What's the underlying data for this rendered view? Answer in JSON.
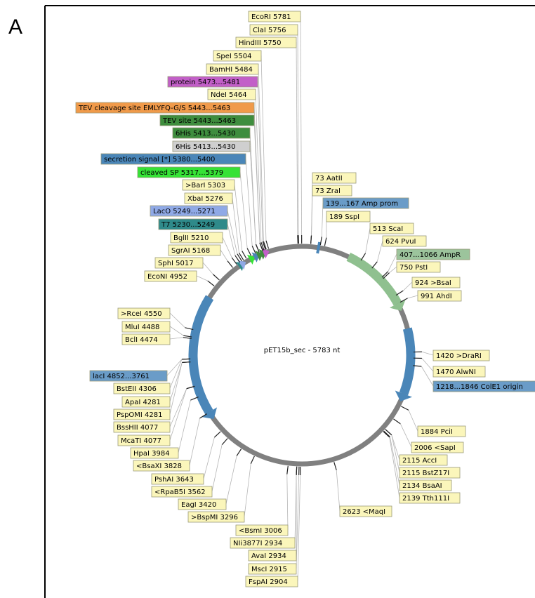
{
  "panel_label": "A",
  "plasmid": {
    "title": "pET15b_sec - 5783 nt",
    "length_nt": 5783
  },
  "colors": {
    "backbone": "#808080",
    "label_default": "#fbf6bb",
    "amp": "#8fc08f",
    "blue_feature": "#4a86b8",
    "orange": "#f09a4a",
    "purple": "#c25fc8",
    "dark_green": "#3e8d3e",
    "bright_green": "#36e236",
    "teal": "#2f8a8a",
    "periwinkle": "#8fa9e6",
    "gray_label": "#cfcfcf",
    "steel": "#6a9cc8"
  },
  "features": [
    {
      "name": "lacI",
      "start": 4852,
      "end": 3761,
      "color": "#4a86b8"
    },
    {
      "name": "AmpR",
      "start": 407,
      "end": 1066,
      "color": "#8fc08f"
    },
    {
      "name": "ColE1 origin",
      "start": 1218,
      "end": 1846,
      "color": "#4a86b8"
    },
    {
      "name": "Amp prom",
      "start": 139,
      "end": 167,
      "color": "#4a86b8"
    }
  ],
  "labels_left": [
    {
      "text": "EcoRI  5781",
      "pos": 5781,
      "bg": "#fbf6bb",
      "fg": "#000000"
    },
    {
      "text": "ClaI  5756",
      "pos": 5756,
      "bg": "#fbf6bb",
      "fg": "#000000"
    },
    {
      "text": "HindIII  5750",
      "pos": 5750,
      "bg": "#fbf6bb",
      "fg": "#000000"
    },
    {
      "text": "SpeI  5504",
      "pos": 5504,
      "bg": "#fbf6bb",
      "fg": "#000000"
    },
    {
      "text": "BamHI  5484",
      "pos": 5484,
      "bg": "#fbf6bb",
      "fg": "#000000"
    },
    {
      "text": "protein  5473...5481",
      "pos": 5477,
      "bg": "#c25fc8",
      "fg": "#000000"
    },
    {
      "text": "NdeI  5464",
      "pos": 5464,
      "bg": "#fbf6bb",
      "fg": "#000000"
    },
    {
      "text": "TEV cleavage site EMLYFQ-G/S  5443...5463",
      "pos": 5453,
      "bg": "#f09a4a",
      "fg": "#000000"
    },
    {
      "text": "TEV site  5443...5463",
      "pos": 5453,
      "bg": "#3e8d3e",
      "fg": "#000000"
    },
    {
      "text": "6His  5413...5430",
      "pos": 5421,
      "bg": "#3e8d3e",
      "fg": "#000000"
    },
    {
      "text": "6His  5413...5430",
      "pos": 5421,
      "bg": "#cfcfcf",
      "fg": "#000000"
    },
    {
      "text": "secretion signal [*]  5380...5400",
      "pos": 5390,
      "bg": "#4a86b8",
      "fg": "#000000"
    },
    {
      "text": "cleaved SP  5317...5379",
      "pos": 5348,
      "bg": "#36e236",
      "fg": "#000000"
    },
    {
      "text": ">BarI  5303",
      "pos": 5303,
      "bg": "#fbf6bb",
      "fg": "#000000"
    },
    {
      "text": "XbaI  5276",
      "pos": 5276,
      "bg": "#fbf6bb",
      "fg": "#000000"
    },
    {
      "text": "LacO  5249...5271",
      "pos": 5260,
      "bg": "#8fa9e6",
      "fg": "#000000"
    },
    {
      "text": "T7  5230...5249",
      "pos": 5240,
      "bg": "#2f8a8a",
      "fg": "#000000"
    },
    {
      "text": "BglII  5210",
      "pos": 5210,
      "bg": "#fbf6bb",
      "fg": "#000000"
    },
    {
      "text": "SgrAI  5168",
      "pos": 5168,
      "bg": "#fbf6bb",
      "fg": "#000000"
    },
    {
      "text": "SphI  5017",
      "pos": 5017,
      "bg": "#fbf6bb",
      "fg": "#000000"
    },
    {
      "text": "EcoNI  4952",
      "pos": 4952,
      "bg": "#fbf6bb",
      "fg": "#000000"
    },
    {
      "text": ">RceI  4550",
      "pos": 4550,
      "bg": "#fbf6bb",
      "fg": "#000000"
    },
    {
      "text": "MluI  4488",
      "pos": 4488,
      "bg": "#fbf6bb",
      "fg": "#000000"
    },
    {
      "text": "BclI  4474",
      "pos": 4474,
      "bg": "#fbf6bb",
      "fg": "#000000"
    },
    {
      "text": "lacI  4852...3761",
      "pos": 4306,
      "bg": "#6a9cc8",
      "fg": "#000000"
    },
    {
      "text": "BstEII  4306",
      "pos": 4306,
      "bg": "#fbf6bb",
      "fg": "#000000"
    },
    {
      "text": "ApaI  4281",
      "pos": 4281,
      "bg": "#fbf6bb",
      "fg": "#000000"
    },
    {
      "text": "PspOMI  4281",
      "pos": 4281,
      "bg": "#fbf6bb",
      "fg": "#000000"
    },
    {
      "text": "BssHII  4077",
      "pos": 4077,
      "bg": "#fbf6bb",
      "fg": "#000000"
    },
    {
      "text": "McaTI  4077",
      "pos": 4077,
      "bg": "#fbf6bb",
      "fg": "#000000"
    },
    {
      "text": "HpaI  3984",
      "pos": 3984,
      "bg": "#fbf6bb",
      "fg": "#000000"
    },
    {
      "text": "<BsaXI  3828",
      "pos": 3828,
      "bg": "#fbf6bb",
      "fg": "#000000"
    },
    {
      "text": "PshAI  3643",
      "pos": 3643,
      "bg": "#fbf6bb",
      "fg": "#000000"
    },
    {
      "text": "<RpaB5I  3562",
      "pos": 3562,
      "bg": "#fbf6bb",
      "fg": "#000000"
    },
    {
      "text": "EagI  3420",
      "pos": 3420,
      "bg": "#fbf6bb",
      "fg": "#000000"
    },
    {
      "text": ">BspMI  3296",
      "pos": 3296,
      "bg": "#fbf6bb",
      "fg": "#000000"
    },
    {
      "text": "<BsmI  3006",
      "pos": 3006,
      "bg": "#fbf6bb",
      "fg": "#000000"
    },
    {
      "text": "NIi3877I  2934",
      "pos": 2934,
      "bg": "#fbf6bb",
      "fg": "#000000"
    },
    {
      "text": "AvaI  2934",
      "pos": 2934,
      "bg": "#fbf6bb",
      "fg": "#000000"
    },
    {
      "text": "MscI  2915",
      "pos": 2915,
      "bg": "#fbf6bb",
      "fg": "#000000"
    },
    {
      "text": "FspAI  2904",
      "pos": 2904,
      "bg": "#fbf6bb",
      "fg": "#000000"
    }
  ],
  "labels_right": [
    {
      "text": "73  AatII",
      "pos": 73,
      "bg": "#fbf6bb",
      "fg": "#000000"
    },
    {
      "text": "73  ZraI",
      "pos": 73,
      "bg": "#fbf6bb",
      "fg": "#000000"
    },
    {
      "text": "139...167  Amp prom",
      "pos": 153,
      "bg": "#6a9cc8",
      "fg": "#000000"
    },
    {
      "text": "189  SspI",
      "pos": 189,
      "bg": "#fbf6bb",
      "fg": "#000000"
    },
    {
      "text": "513  ScaI",
      "pos": 513,
      "bg": "#fbf6bb",
      "fg": "#000000"
    },
    {
      "text": "624  PvuI",
      "pos": 624,
      "bg": "#fbf6bb",
      "fg": "#000000"
    },
    {
      "text": "407...1066  AmpR",
      "pos": 736,
      "bg": "#9cc49c",
      "fg": "#000000"
    },
    {
      "text": "750  PstI",
      "pos": 750,
      "bg": "#fbf6bb",
      "fg": "#000000"
    },
    {
      "text": "924  >BsaI",
      "pos": 924,
      "bg": "#fbf6bb",
      "fg": "#000000"
    },
    {
      "text": "991  AhdI",
      "pos": 991,
      "bg": "#fbf6bb",
      "fg": "#000000"
    },
    {
      "text": "1420  >DraRI",
      "pos": 1420,
      "bg": "#fbf6bb",
      "fg": "#000000"
    },
    {
      "text": "1470  AlwNI",
      "pos": 1470,
      "bg": "#fbf6bb",
      "fg": "#000000"
    },
    {
      "text": "1218...1846  ColE1 origin",
      "pos": 1532,
      "bg": "#6a9cc8",
      "fg": "#000000"
    },
    {
      "text": "1884  PciI",
      "pos": 1884,
      "bg": "#fbf6bb",
      "fg": "#000000"
    },
    {
      "text": "2006  <SapI",
      "pos": 2006,
      "bg": "#fbf6bb",
      "fg": "#000000"
    },
    {
      "text": "2115  AccI",
      "pos": 2115,
      "bg": "#fbf6bb",
      "fg": "#000000"
    },
    {
      "text": "2115  BstZ17I",
      "pos": 2115,
      "bg": "#fbf6bb",
      "fg": "#000000"
    },
    {
      "text": "2134  BsaAI",
      "pos": 2134,
      "bg": "#fbf6bb",
      "fg": "#000000"
    },
    {
      "text": "2139  Tth111I",
      "pos": 2139,
      "bg": "#fbf6bb",
      "fg": "#000000"
    },
    {
      "text": "2623  <MaqI",
      "pos": 2623,
      "bg": "#fbf6bb",
      "fg": "#000000"
    }
  ]
}
